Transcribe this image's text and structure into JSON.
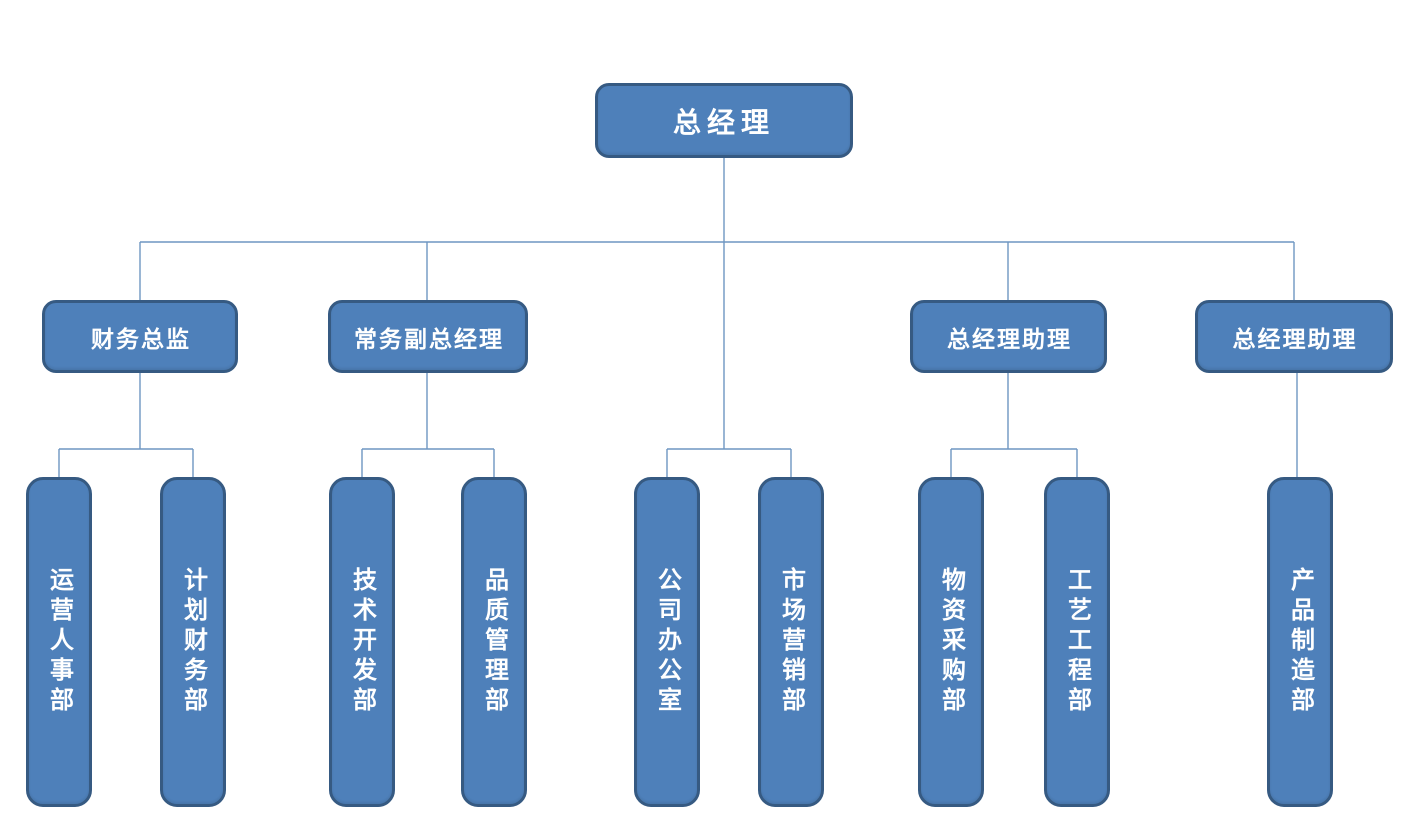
{
  "org_chart": {
    "root": {
      "label": "总经理"
    },
    "managers": [
      {
        "label": "财务总监"
      },
      {
        "label": "常务副总经理"
      },
      {
        "label": "总经理助理"
      },
      {
        "label": "总经理助理"
      }
    ],
    "departments": [
      {
        "label": "运营人事部"
      },
      {
        "label": "计划财务部"
      },
      {
        "label": "技术开发部"
      },
      {
        "label": "品质管理部"
      },
      {
        "label": "公司办公室"
      },
      {
        "label": "市场营销部"
      },
      {
        "label": "物资采购部"
      },
      {
        "label": "工艺工程部"
      },
      {
        "label": "产品制造部"
      }
    ],
    "colors": {
      "node_fill": "#4e80ba",
      "node_border": "#365a82",
      "connector": "#6e96c2",
      "text": "#ffffff"
    }
  }
}
